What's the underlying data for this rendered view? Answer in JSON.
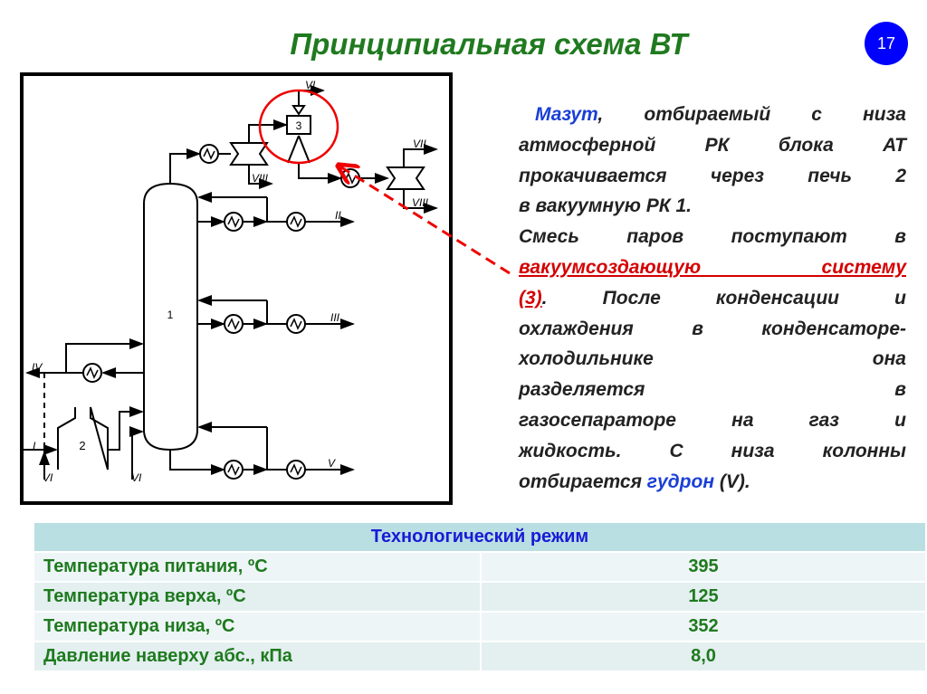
{
  "title": "Принципиальная схема ВТ",
  "slide_number": "17",
  "diagram": {
    "labels": {
      "column": "1",
      "furnace": "2",
      "vacuum_system": "3",
      "streams": [
        "I",
        "II",
        "III",
        "IV",
        "V",
        "VI",
        "VII",
        "VIII"
      ]
    }
  },
  "description": {
    "l1": {
      "a": "Мазут",
      "b": ", отбираемый с низа"
    },
    "l2": "атмосферной РК блока АТ",
    "l3": "прокачивается через печь 2",
    "l4": "в вакуумную РК 1.",
    "l5": "Смесь  паров поступают в",
    "l6": "вакуумсоздающую систему",
    "l7": {
      "a": "(3)",
      "b": ". После конденсации и"
    },
    "l8": "охлаждения в конденсаторе-",
    "l9": "холодильнике она",
    "l10": "разделяется в",
    "l11": "газосепараторе на газ и",
    "l12": "жидкость. С низа колонны",
    "l13": {
      "a": "отбирается ",
      "b": "гудрон",
      "c": " (V)."
    }
  },
  "table": {
    "header": "Технологический режим",
    "rows": [
      {
        "param": "Температура питания, ºС",
        "value": "395"
      },
      {
        "param": "Температура верха, ºС",
        "value": "125"
      },
      {
        "param": "Температура низа, ºС",
        "value": "352"
      },
      {
        "param": "Давление наверху абс., кПа",
        "value": "8,0"
      }
    ]
  }
}
